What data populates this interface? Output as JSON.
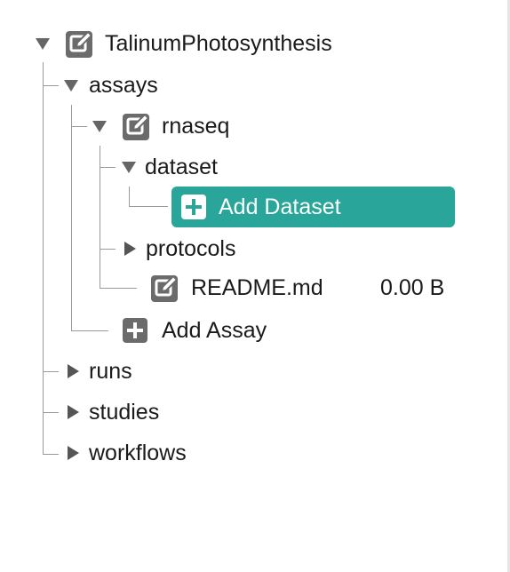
{
  "tree": {
    "root": {
      "label": "TalinumPhotosynthesis",
      "toggle_icon": "caret-down-icon",
      "icon": "edit-icon"
    },
    "assays": {
      "label": "assays",
      "toggle_icon": "caret-down-icon"
    },
    "rnaseq": {
      "label": "rnaseq",
      "toggle_icon": "caret-down-icon",
      "icon": "edit-icon"
    },
    "dataset": {
      "label": "dataset",
      "toggle_icon": "caret-down-icon"
    },
    "add_dataset": {
      "label": "Add Dataset",
      "icon": "plus-icon",
      "color": "#2aa599"
    },
    "protocols": {
      "label": "protocols",
      "toggle_icon": "caret-right-icon"
    },
    "readme": {
      "label": "README.md",
      "size": "0.00 B",
      "icon": "edit-icon"
    },
    "add_assay": {
      "label": "Add Assay",
      "icon": "plus-icon"
    },
    "runs": {
      "label": "runs",
      "toggle_icon": "caret-right-icon"
    },
    "studies": {
      "label": "studies",
      "toggle_icon": "caret-right-icon"
    },
    "workflows": {
      "label": "workflows",
      "toggle_icon": "caret-right-icon"
    }
  },
  "colors": {
    "accent": "#2aa599",
    "icon_gray": "#666666",
    "guide_line": "#9a9a9a"
  }
}
